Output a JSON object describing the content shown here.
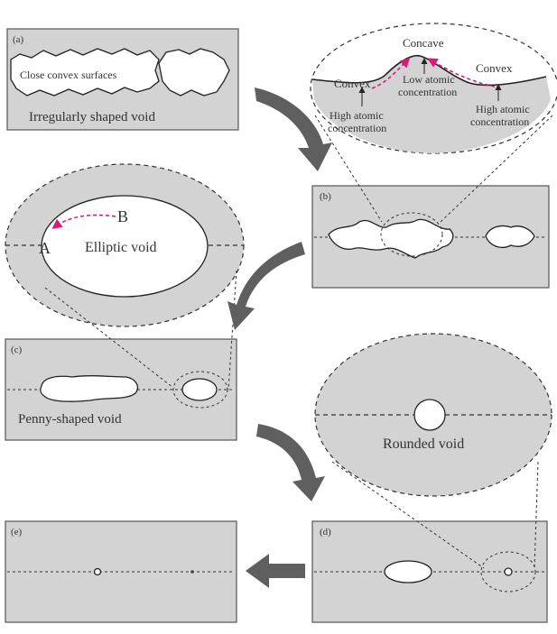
{
  "panels": {
    "a": {
      "tag": "(a)",
      "label_main": "Irregularly shaped void",
      "label_surfaces": "Close convex surfaces"
    },
    "b": {
      "tag": "(b)"
    },
    "c": {
      "tag": "(c)",
      "label_main": "Penny-shaped void"
    },
    "d": {
      "tag": "(d)"
    },
    "e": {
      "tag": "(e)"
    }
  },
  "zoom_b": {
    "concave": "Concave",
    "convex_left": "Convex",
    "convex_right": "Convex",
    "low_line1": "Low atomic",
    "low_line2": "concentration",
    "high_left_line1": "High atomic",
    "high_left_line2": "concentration",
    "high_right_line1": "High atomic",
    "high_right_line2": "concentration"
  },
  "zoom_c": {
    "label": "Elliptic void",
    "point_a": "A",
    "point_b": "B"
  },
  "zoom_d": {
    "label": "Rounded void"
  },
  "colors": {
    "panel_fill": "#d3d3d3",
    "arrow": "#5f5f5f",
    "magenta_path": "#d81b7a"
  }
}
